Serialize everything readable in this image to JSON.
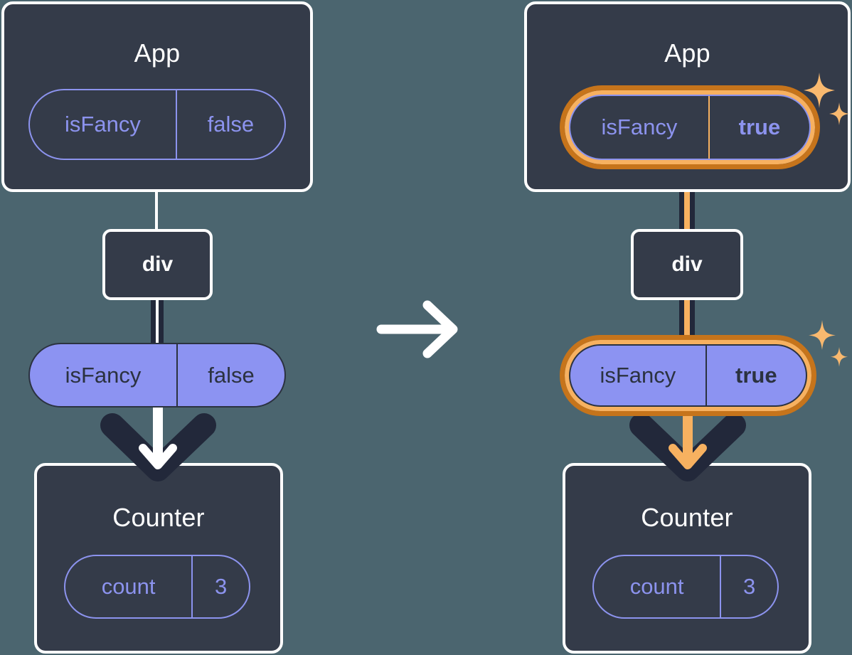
{
  "diagram": {
    "type": "react-state-flow",
    "background_color": "#4b656f",
    "panel_color": "#343b49",
    "accent_purple": "#8c93f2",
    "highlight_orange_outer": "#c6741b",
    "highlight_orange_inner": "#f7b160",
    "sparkle_color": "#f9b96f",
    "transition_arrow": "arrow-right",
    "panels": [
      {
        "id": "before",
        "app": {
          "title": "App",
          "state": {
            "key": "isFancy",
            "value": "false",
            "highlighted": false,
            "value_bold": false,
            "style": "outline"
          }
        },
        "div": {
          "label": "div"
        },
        "prop": {
          "key": "isFancy",
          "value": "false",
          "highlighted": false,
          "value_bold": false,
          "style": "filled"
        },
        "counter": {
          "title": "Counter",
          "state": {
            "key": "count",
            "value": "3",
            "highlighted": false,
            "value_bold": false,
            "style": "outline"
          }
        },
        "arrow_color": "#ffffff",
        "sparkles": false
      },
      {
        "id": "after",
        "app": {
          "title": "App",
          "state": {
            "key": "isFancy",
            "value": "true",
            "highlighted": true,
            "value_bold": true,
            "style": "outline"
          }
        },
        "div": {
          "label": "div"
        },
        "prop": {
          "key": "isFancy",
          "value": "true",
          "highlighted": true,
          "value_bold": true,
          "style": "filled"
        },
        "counter": {
          "title": "Counter",
          "state": {
            "key": "count",
            "value": "3",
            "highlighted": false,
            "value_bold": false,
            "style": "outline"
          }
        },
        "arrow_color": "#f7b160",
        "sparkles": true
      }
    ]
  }
}
